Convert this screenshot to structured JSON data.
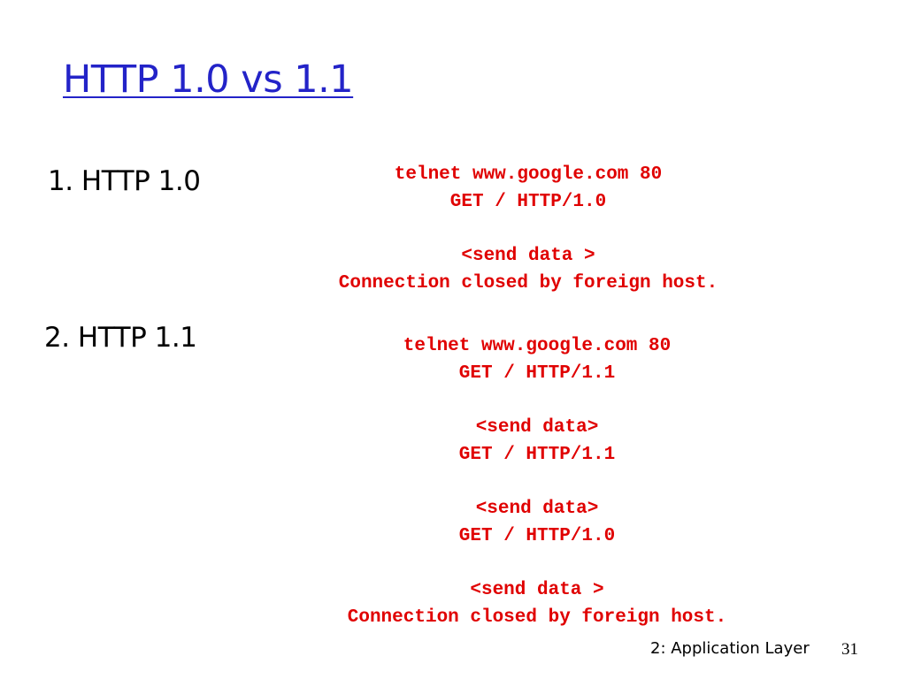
{
  "slide": {
    "title": "HTTP 1.0 vs 1.1",
    "items": [
      {
        "label": "1. HTTP 1.0",
        "lines": [
          "telnet www.google.com 80",
          "GET / HTTP/1.0",
          "",
          "<send data >",
          "Connection closed by foreign host."
        ]
      },
      {
        "label": "2. HTTP 1.1",
        "lines": [
          "telnet www.google.com 80",
          "GET / HTTP/1.1",
          "",
          "<send data>",
          "GET / HTTP/1.1",
          "",
          "<send data>",
          "GET / HTTP/1.0",
          "",
          "<send data >",
          "Connection closed by foreign host."
        ]
      }
    ],
    "footer": {
      "label": "2: Application Layer",
      "page_number": "31"
    },
    "colors": {
      "title": "#2323c8",
      "code": "#e00000",
      "text": "#000000"
    }
  }
}
